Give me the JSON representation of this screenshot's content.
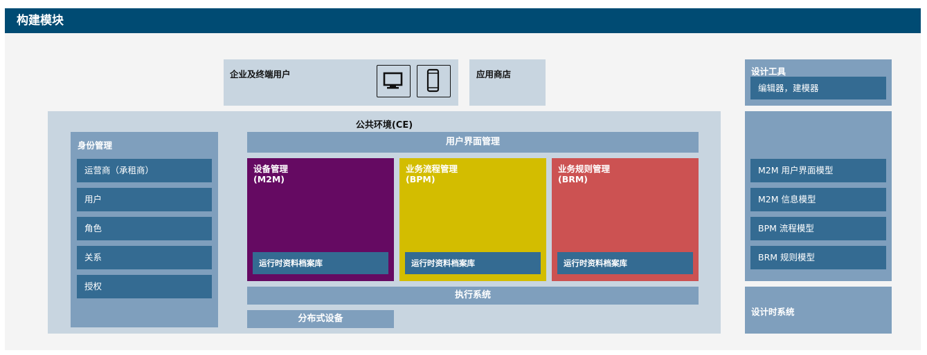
{
  "header": {
    "title": "构建模块"
  },
  "top": {
    "enterprise_users": "企业及终端用户",
    "app_store": "应用商店"
  },
  "ce": {
    "title": "公共环境(CE)",
    "identity": {
      "title": "身份管理",
      "items": [
        "运营商（承租商）",
        "用户",
        "角色",
        "关系",
        "授权"
      ]
    },
    "ui_management": "用户界面管理",
    "modules": [
      {
        "name": "设备管理",
        "abbr": "(M2M)",
        "color": "#650a62",
        "runtime": "运行时资料档案库"
      },
      {
        "name": "业务流程管理",
        "abbr": "(BPM)",
        "color": "#d3bd00",
        "runtime": "运行时资料档案库"
      },
      {
        "name": "业务规则管理",
        "abbr": "(BRM)",
        "color": "#cc5252",
        "runtime": "运行时资料档案库"
      }
    ],
    "execution_system": "执行系统",
    "distributed_devices": "分布式设备"
  },
  "design_tools": {
    "title": "设计工具",
    "editor": "编辑器，建模器",
    "models": [
      "M2M 用户界面模型",
      "M2M 信息模型",
      "BPM 流程模型",
      "BRM 规则模型"
    ],
    "design_time_system": "设计时系统"
  },
  "icons": [
    "desktop-monitor-icon",
    "mobile-phone-icon"
  ]
}
